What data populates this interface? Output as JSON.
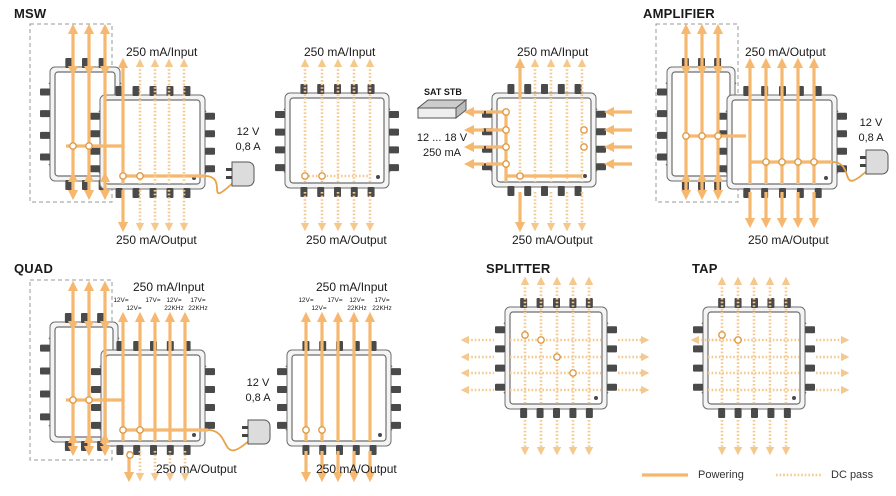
{
  "sections": {
    "msw": "MSW",
    "amplifier": "AMPLIFIER",
    "quad": "QUAD",
    "splitter": "SPLITTER",
    "tap": "TAP"
  },
  "labels": {
    "input_250": "250 mA/Input",
    "output_250": "250 mA/Output",
    "output_250_amp": "250 mA/Output",
    "psu_v": "12 V",
    "psu_a": "0,8 A",
    "sat_stb": "SAT STB",
    "stb_voltage": "12 ... 18 V",
    "stb_current": "250 mA",
    "quad_12v": "12V",
    "quad_17v": "17V",
    "quad_22khz": "22KHz"
  },
  "legend": {
    "powering": "Powering",
    "dc_pass": "DC pass"
  },
  "colors": {
    "powering": "#f5b86e",
    "dc_pass": "#f5c88e",
    "device_border": "#6e6e6e",
    "port": "#4a4a4a"
  },
  "icons": [
    "power-adapter-icon",
    "settop-box-icon",
    "connector-icon"
  ]
}
